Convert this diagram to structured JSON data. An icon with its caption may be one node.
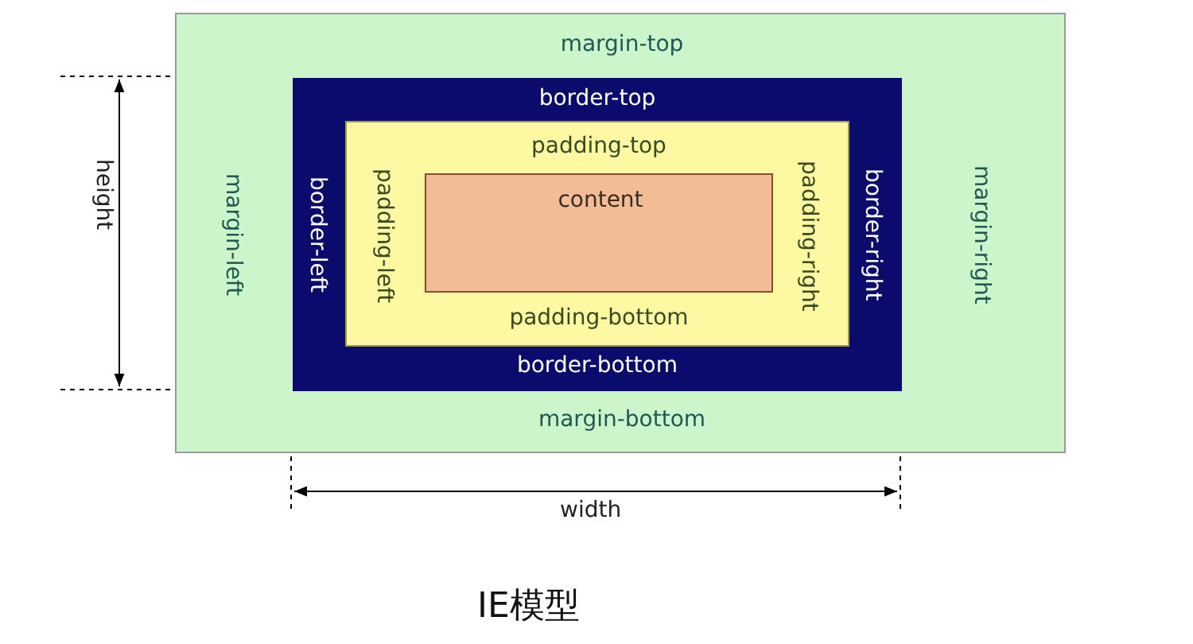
{
  "diagram": {
    "caption": "IE模型",
    "nodes": [
      {
        "text": [
          "margin-top",
          "margin-left",
          "margin-right",
          "margin-bottom"
        ]
      },
      {
        "text": [
          "border-top",
          "border-left",
          "border-right",
          "border-bottom"
        ],
        "in": 0
      },
      {
        "text": [
          "padding-top",
          "padding-left",
          "padding-right",
          "padding-bottom"
        ],
        "in": 1
      },
      {
        "text": [
          "content"
        ],
        "in": 2
      }
    ],
    "edges": [],
    "labels": [
      "height",
      "width"
    ]
  }
}
